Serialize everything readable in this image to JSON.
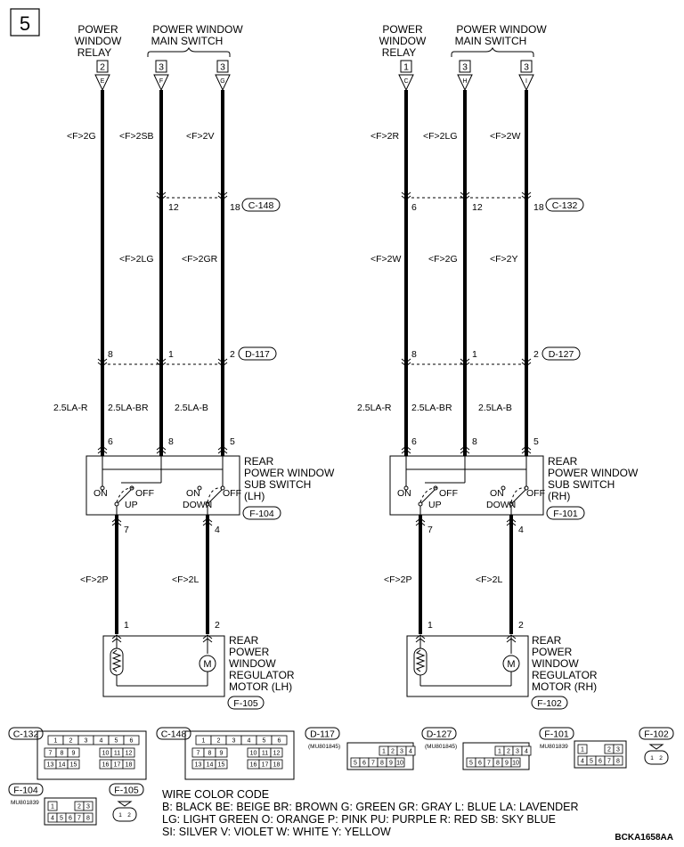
{
  "page_number": "5",
  "figure_code": "BCKA1658AA",
  "left": {
    "top_labels": {
      "relay": [
        "POWER",
        "WINDOW",
        "RELAY"
      ],
      "main_switch": [
        "POWER WINDOW",
        "MAIN SWITCH"
      ]
    },
    "connectors_top": [
      {
        "num": "2",
        "letter": "E"
      },
      {
        "num": "3",
        "letter": "F"
      },
      {
        "num": "3",
        "letter": "G"
      }
    ],
    "wire_codes_1": [
      "<F>2G",
      "<F>2SB",
      "<F>2V"
    ],
    "junction_1": {
      "pins": [
        "12",
        "18"
      ],
      "connector": "C-148"
    },
    "wire_codes_2": [
      "<F>2LG",
      "<F>2GR"
    ],
    "junction_2": {
      "pins": [
        "8",
        "1",
        "2"
      ],
      "connector": "D-117"
    },
    "wire_codes_3": [
      "2.5LA-R",
      "2.5LA-BR",
      "2.5LA-B"
    ],
    "switch_pins_top": [
      "6",
      "8",
      "5"
    ],
    "switch": {
      "lines": [
        "REAR",
        "POWER WINDOW",
        "SUB SWITCH",
        "(LH)"
      ],
      "connector": "F-104",
      "on1": "ON",
      "off1": "OFF",
      "up": "UP",
      "on2": "ON",
      "off2": "OFF",
      "down": "DOWN"
    },
    "switch_pins_bottom": [
      "7",
      "4"
    ],
    "wire_codes_4": [
      "<F>2P",
      "<F>2L"
    ],
    "motor_pins": [
      "1",
      "2"
    ],
    "motor": {
      "lines": [
        "REAR",
        "POWER",
        "WINDOW",
        "REGULATOR",
        "MOTOR (LH)"
      ],
      "connector": "F-105"
    }
  },
  "right": {
    "top_labels": {
      "relay": [
        "POWER",
        "WINDOW",
        "RELAY"
      ],
      "main_switch": [
        "POWER WINDOW",
        "MAIN SWITCH"
      ]
    },
    "connectors_top": [
      {
        "num": "1",
        "letter": "C"
      },
      {
        "num": "3",
        "letter": "H"
      },
      {
        "num": "3",
        "letter": "I"
      }
    ],
    "wire_codes_1": [
      "<F>2R",
      "<F>2LG",
      "<F>2W"
    ],
    "junction_1": {
      "pins": [
        "6",
        "12",
        "18"
      ],
      "connector": "C-132"
    },
    "wire_codes_2": [
      "<F>2W",
      "<F>2G",
      "<F>2Y"
    ],
    "junction_2": {
      "pins": [
        "8",
        "1",
        "2"
      ],
      "connector": "D-127"
    },
    "wire_codes_3": [
      "2.5LA-R",
      "2.5LA-BR",
      "2.5LA-B"
    ],
    "switch_pins_top": [
      "6",
      "8",
      "5"
    ],
    "switch": {
      "lines": [
        "REAR",
        "POWER WINDOW",
        "SUB SWITCH",
        "(RH)"
      ],
      "connector": "F-101",
      "on1": "ON",
      "off1": "OFF",
      "up": "UP",
      "on2": "ON",
      "off2": "OFF",
      "down": "DOWN"
    },
    "switch_pins_bottom": [
      "7",
      "4"
    ],
    "wire_codes_4": [
      "<F>2P",
      "<F>2L"
    ],
    "motor_pins": [
      "1",
      "2"
    ],
    "motor": {
      "lines": [
        "REAR",
        "POWER",
        "WINDOW",
        "REGULATOR",
        "MOTOR (RH)"
      ],
      "connector": "F-102"
    }
  },
  "connector_views": {
    "c132": {
      "label": "C-132",
      "pins_top": [
        "1",
        "2",
        "3",
        "4",
        "5",
        "6"
      ],
      "pins_mid": [
        "7",
        "8",
        "9",
        "10",
        "11",
        "12"
      ],
      "pins_bot": [
        "13",
        "14",
        "15",
        "16",
        "17",
        "18"
      ]
    },
    "c148": {
      "label": "C-148",
      "pins_top": [
        "1",
        "2",
        "3",
        "4",
        "5",
        "6"
      ],
      "pins_mid": [
        "7",
        "8",
        "9",
        "10",
        "11",
        "12"
      ],
      "pins_bot": [
        "13",
        "14",
        "15",
        "16",
        "17",
        "18"
      ]
    },
    "d117": {
      "label": "D-117",
      "part": "(MU801845)",
      "pins_top": [
        "1",
        "2",
        "3",
        "4"
      ],
      "pins_bot": [
        "5",
        "6",
        "7",
        "8",
        "9",
        "10"
      ]
    },
    "d127": {
      "label": "D-127",
      "part": "(MU801845)",
      "pins_top": [
        "1",
        "2",
        "3",
        "4"
      ],
      "pins_bot": [
        "5",
        "6",
        "7",
        "8",
        "9",
        "10"
      ]
    },
    "f101": {
      "label": "F-101",
      "part": "MU801839",
      "pins_top": [
        "1",
        "2",
        "3"
      ],
      "pins_bot": [
        "4",
        "5",
        "6",
        "7",
        "8"
      ]
    },
    "f102": {
      "label": "F-102",
      "pins": [
        "1",
        "2"
      ]
    },
    "f104": {
      "label": "F-104",
      "part": "MU801839",
      "pins_top": [
        "1",
        "2",
        "3"
      ],
      "pins_bot": [
        "4",
        "5",
        "6",
        "7",
        "8"
      ]
    },
    "f105": {
      "label": "F-105",
      "pins": [
        "1",
        "2"
      ]
    }
  },
  "wire_color_code": {
    "title": "WIRE COLOR CODE",
    "lines": [
      "B: BLACK  BE: BEIGE  BR: BROWN  G: GREEN  GR: GRAY  L: BLUE  LA: LAVENDER",
      "LG: LIGHT GREEN  O: ORANGE  P: PINK  PU: PURPLE  R: RED  SB: SKY BLUE",
      "SI: SILVER  V: VIOLET  W: WHITE  Y: YELLOW"
    ]
  }
}
